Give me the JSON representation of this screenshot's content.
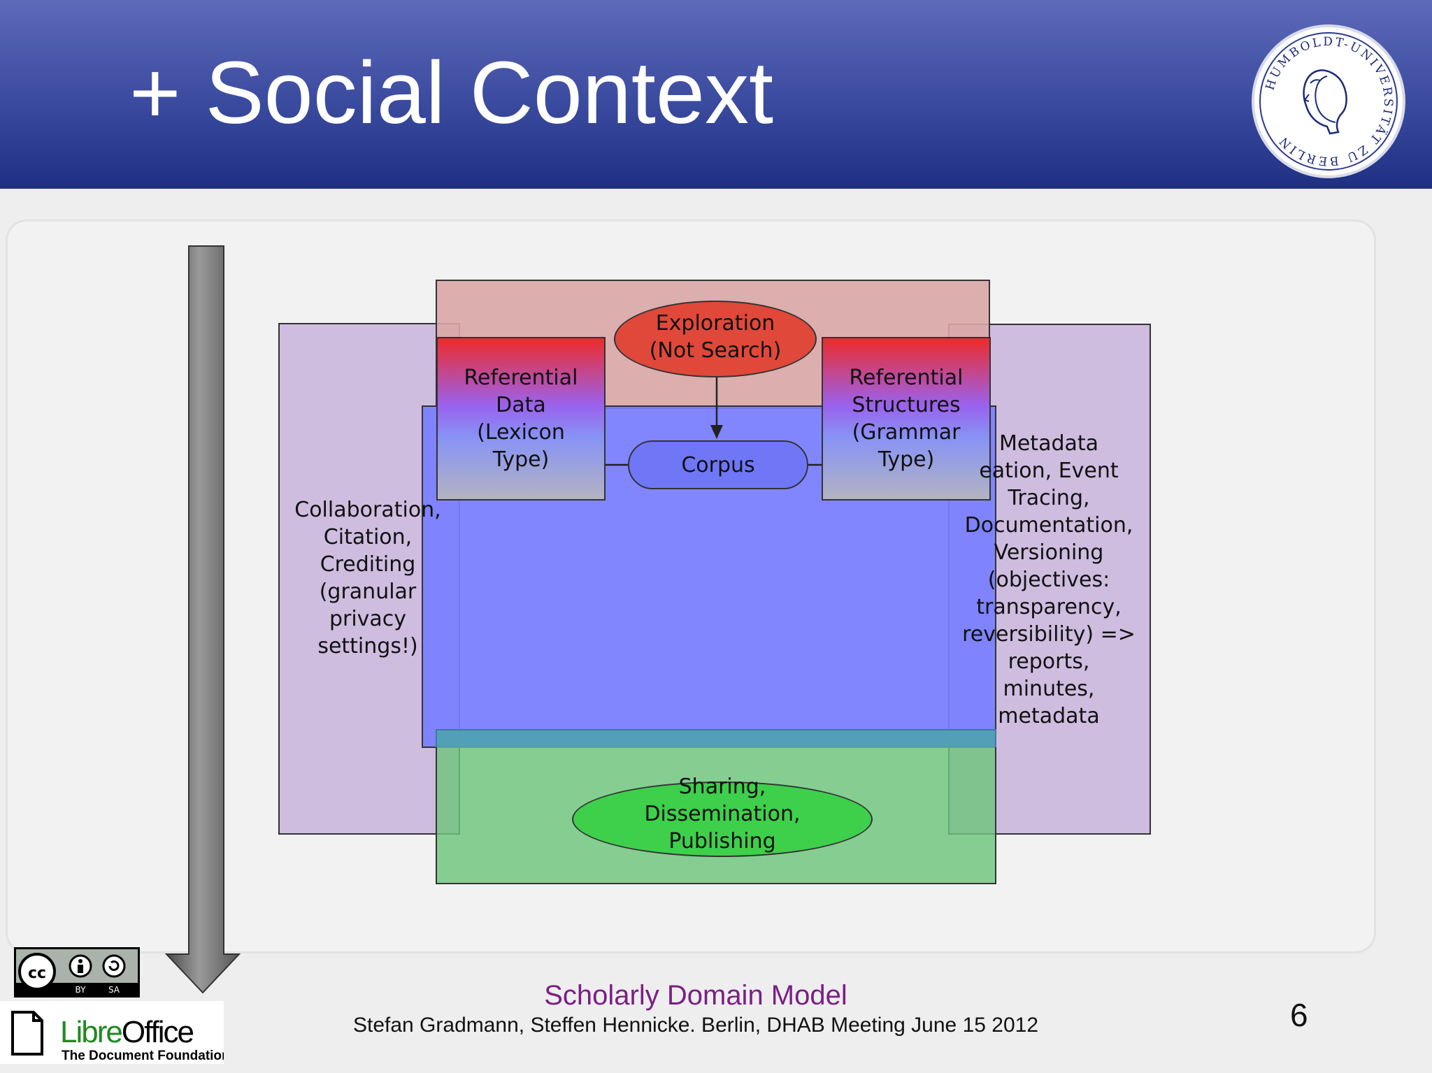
{
  "slide": {
    "title": "+ Social Context",
    "page_number": "6",
    "footer_title": "Scholarly Domain Model",
    "footer_subtitle": "Stefan Gradmann, Steffen Hennicke. Berlin, DHAB Meeting June 15 2012"
  },
  "logos": {
    "seal_text": "HUMBOLDT-UNIVERSITÄT ZU BERLIN",
    "cc_by": "BY",
    "cc_sa": "SA",
    "libre": "Libre",
    "office": "Office",
    "foundation": "The Document Foundation"
  },
  "diagram": {
    "exploration": [
      "Exploration",
      "(Not Search)"
    ],
    "corpus": "Corpus",
    "referential_data": [
      "Referential",
      "Data",
      "(Lexicon",
      "Type)"
    ],
    "referential_structures": [
      "Referential",
      "Structures",
      "(Grammar",
      "Type)"
    ],
    "collaboration": [
      "Collaboration,",
      "Citation,",
      "Crediting",
      "(granular",
      "privacy",
      "settings!)"
    ],
    "metadata": [
      "Metadata",
      "eation, Event",
      "Tracing,",
      "Documentation,",
      "Versioning",
      "(objectives:",
      "transparency,",
      "reversibility) =>",
      "reports,",
      "minutes,",
      "metadata"
    ],
    "sharing": [
      "Sharing,",
      "Dissemination,",
      "Publishing"
    ]
  },
  "colors": {
    "header_dark": "#1f2f84",
    "footer_title": "#7b1f84",
    "purple_box": "#c9b4dc",
    "blue_box": "#7b80ff",
    "green_box": "#7fc98b",
    "red_box": "#d9a6a6"
  }
}
